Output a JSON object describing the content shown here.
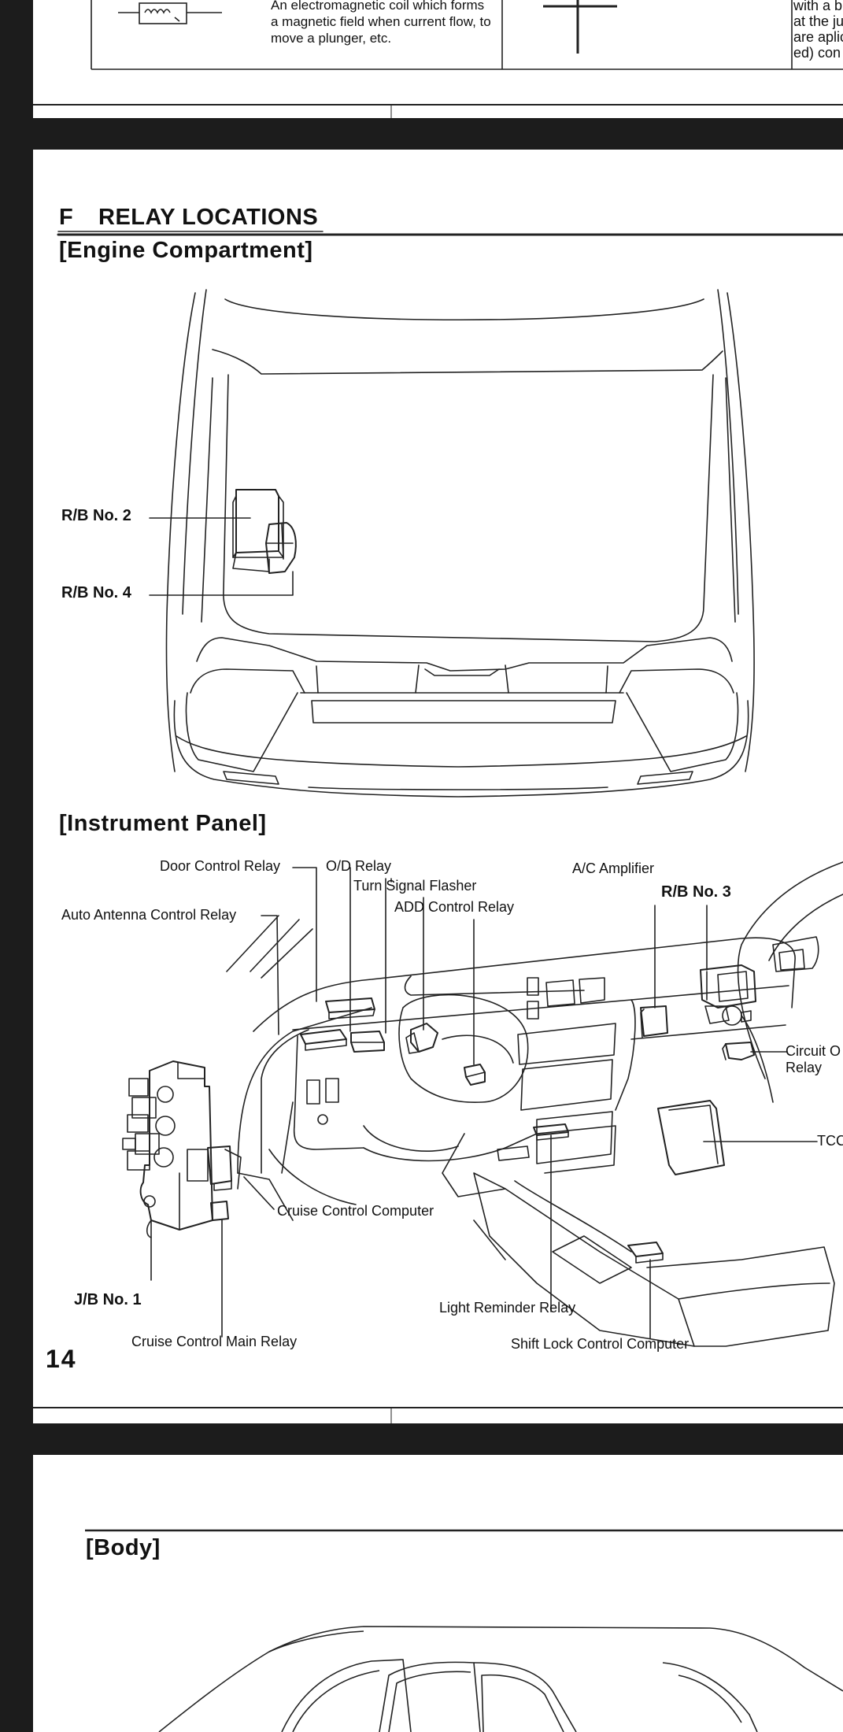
{
  "top_page": {
    "definition_text": "An electromagnetic coil which forms a magnetic field when current flow, to move a plunger, etc.",
    "right_text": [
      "with a b",
      "at the ju",
      "are aplic",
      "ed) con"
    ]
  },
  "section": {
    "letter": "F",
    "title": "RELAY LOCATIONS"
  },
  "engine": {
    "heading": "[Engine Compartment]",
    "labels": {
      "rb2": "R/B No. 2",
      "rb4": "R/B No. 4"
    }
  },
  "instrument": {
    "heading": "[Instrument Panel]",
    "labels": {
      "door_control": "Door Control Relay",
      "od_relay": "O/D Relay",
      "turn_signal": "Turn Signal Flasher",
      "add_control": "ADD Control Relay",
      "auto_antenna": "Auto Antenna Control Relay",
      "ac_amplifier": "A/C Amplifier",
      "rb3": "R/B No. 3",
      "circuit_opening": "Circuit O",
      "circuit_relay": "Relay",
      "tcc": "TCC",
      "cruise_computer": "Cruise Control Computer",
      "jb1": "J/B No. 1",
      "light_reminder": "Light Reminder Relay",
      "shift_lock": "Shift Lock Control Computer",
      "cruise_main": "Cruise Control Main Relay"
    }
  },
  "page_number": "14",
  "body_section": {
    "heading": "[Body]"
  }
}
